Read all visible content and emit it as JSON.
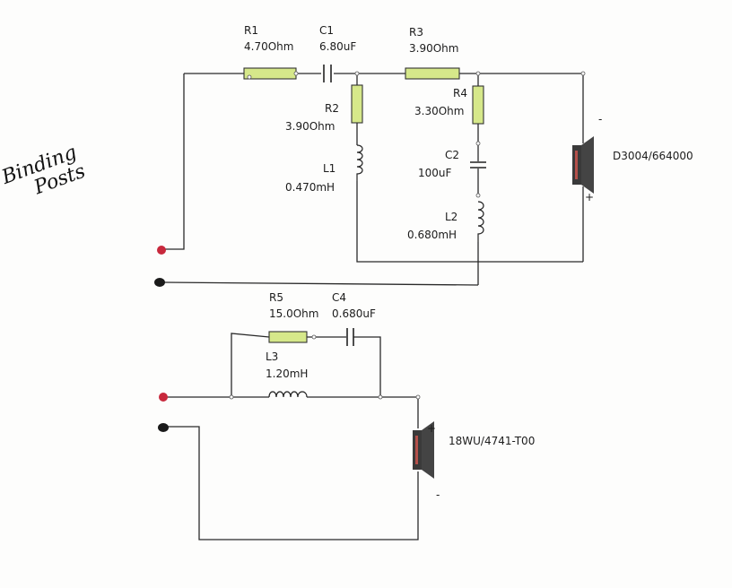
{
  "handwritten_note": [
    "Binding",
    "Posts"
  ],
  "circuit_top": {
    "R1": {
      "name": "R1",
      "value": "4.70Ohm"
    },
    "C1": {
      "name": "C1",
      "value": "6.80uF"
    },
    "R3": {
      "name": "R3",
      "value": "3.90Ohm"
    },
    "R2": {
      "name": "R2",
      "value": "3.90Ohm"
    },
    "R4": {
      "name": "R4",
      "value": "3.30Ohm"
    },
    "L1": {
      "name": "L1",
      "value": "0.470mH"
    },
    "C2": {
      "name": "C2",
      "value": "100uF"
    },
    "L2": {
      "name": "L2",
      "value": "0.680mH"
    },
    "speaker": {
      "label": "D3004/664000",
      "polarity_minus": "-",
      "polarity_plus": "+"
    }
  },
  "circuit_bottom": {
    "R5": {
      "name": "R5",
      "value": "15.0Ohm"
    },
    "C4": {
      "name": "C4",
      "value": "0.680uF"
    },
    "L3": {
      "name": "L3",
      "value": "1.20mH"
    },
    "speaker": {
      "label": "18WU/4741-T00",
      "polarity_minus": "-",
      "polarity_plus": "+"
    }
  },
  "colors": {
    "resistor_fill": "#d6e88a",
    "positive_post": "#c8283c",
    "negative_post": "#1a1a1a"
  }
}
